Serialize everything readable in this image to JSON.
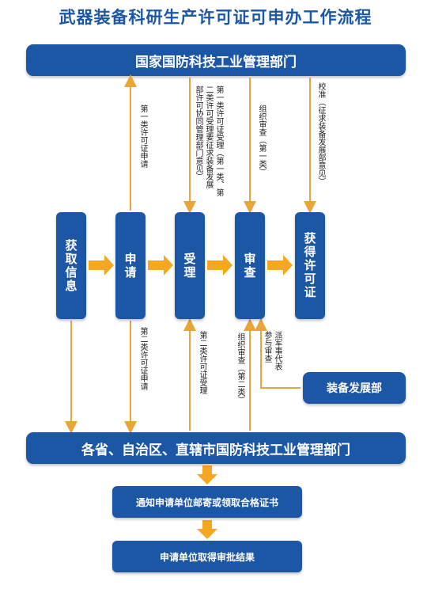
{
  "title": "武器装备科研生产许可证可申办工作流程",
  "top_bar": "国家国防科技工业管理部门",
  "bottom_bar": "各省、自治区、直辖市国防科技工业管理部门",
  "steps": [
    "获取信息",
    "申请",
    "受理",
    "审查",
    "获得许可证"
  ],
  "upper_labels": {
    "apply_class1": "第一类许可证申请",
    "accept_class1_a": "第一类许可证受理（第一类、第",
    "accept_class1_b": "二类许可受理要征求装备发展",
    "accept_class1_c": "部许可协同管理部门意见）",
    "review_class1": "组织审查（第一类）",
    "verify": "校准（征求装备发展部意见）"
  },
  "lower_labels": {
    "apply_class2": "第二类许可证申请",
    "accept_class2": "第二类许可证受理",
    "review_class2": "组织审查（第二类）",
    "military_rep_a": "派军事代表",
    "military_rep_b": "参与审查"
  },
  "dept_bar": "装备发展部",
  "notice_bar": "通知申请单位邮寄或领取合格证书",
  "result_bar": "申请单位取得审批结果",
  "colors": {
    "blue": "#1c57a5",
    "orange": "#f5a623",
    "arrow_line": "#e8a53a"
  }
}
